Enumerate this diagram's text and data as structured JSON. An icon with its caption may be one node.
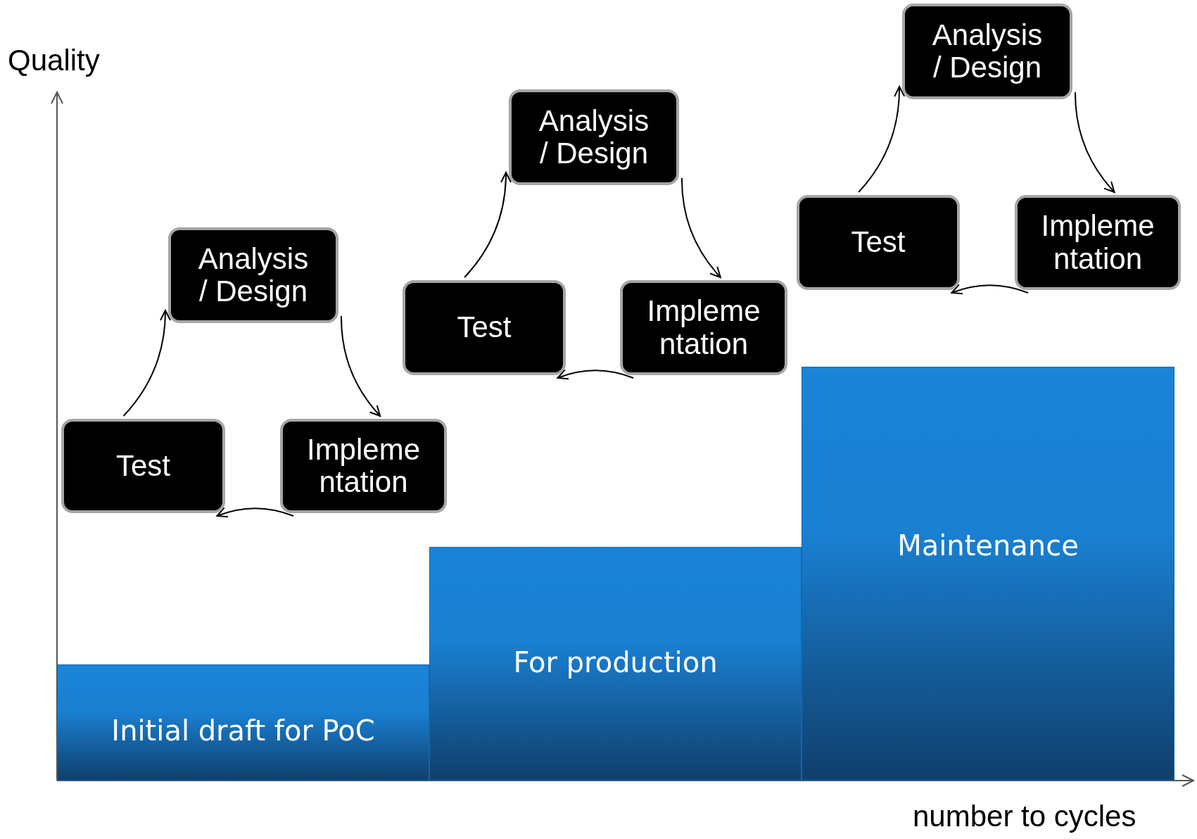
{
  "diagram": {
    "nodes": [
      {
        "text": [
          "Initial draft for PoC"
        ]
      },
      {
        "text": [
          "For production"
        ]
      },
      {
        "text": [
          "Maintenance"
        ]
      },
      {
        "text": [
          "Analysis / Design"
        ]
      },
      {
        "text": [
          "Test"
        ]
      },
      {
        "text": [
          "Impleme ntation"
        ]
      },
      {
        "text": [
          "Analysis / Design"
        ]
      },
      {
        "text": [
          "Test"
        ]
      },
      {
        "text": [
          "Impleme ntation"
        ]
      },
      {
        "text": [
          "Analysis / Design"
        ]
      },
      {
        "text": [
          "Test"
        ]
      },
      {
        "text": [
          "Impleme ntation"
        ]
      }
    ],
    "edges": [
      {
        "from": 4,
        "to": 3,
        "arrow": "to"
      },
      {
        "from": 3,
        "to": 5,
        "arrow": "to"
      },
      {
        "from": 5,
        "to": 4,
        "arrow": "to"
      },
      {
        "from": 7,
        "to": 6,
        "arrow": "to"
      },
      {
        "from": 6,
        "to": 8,
        "arrow": "to"
      },
      {
        "from": 8,
        "to": 7,
        "arrow": "to"
      },
      {
        "from": 10,
        "to": 9,
        "arrow": "to"
      },
      {
        "from": 9,
        "to": 11,
        "arrow": "to"
      },
      {
        "from": 11,
        "to": 10,
        "arrow": "to"
      }
    ],
    "labels": [
      "Quality",
      "number to cycles"
    ]
  }
}
